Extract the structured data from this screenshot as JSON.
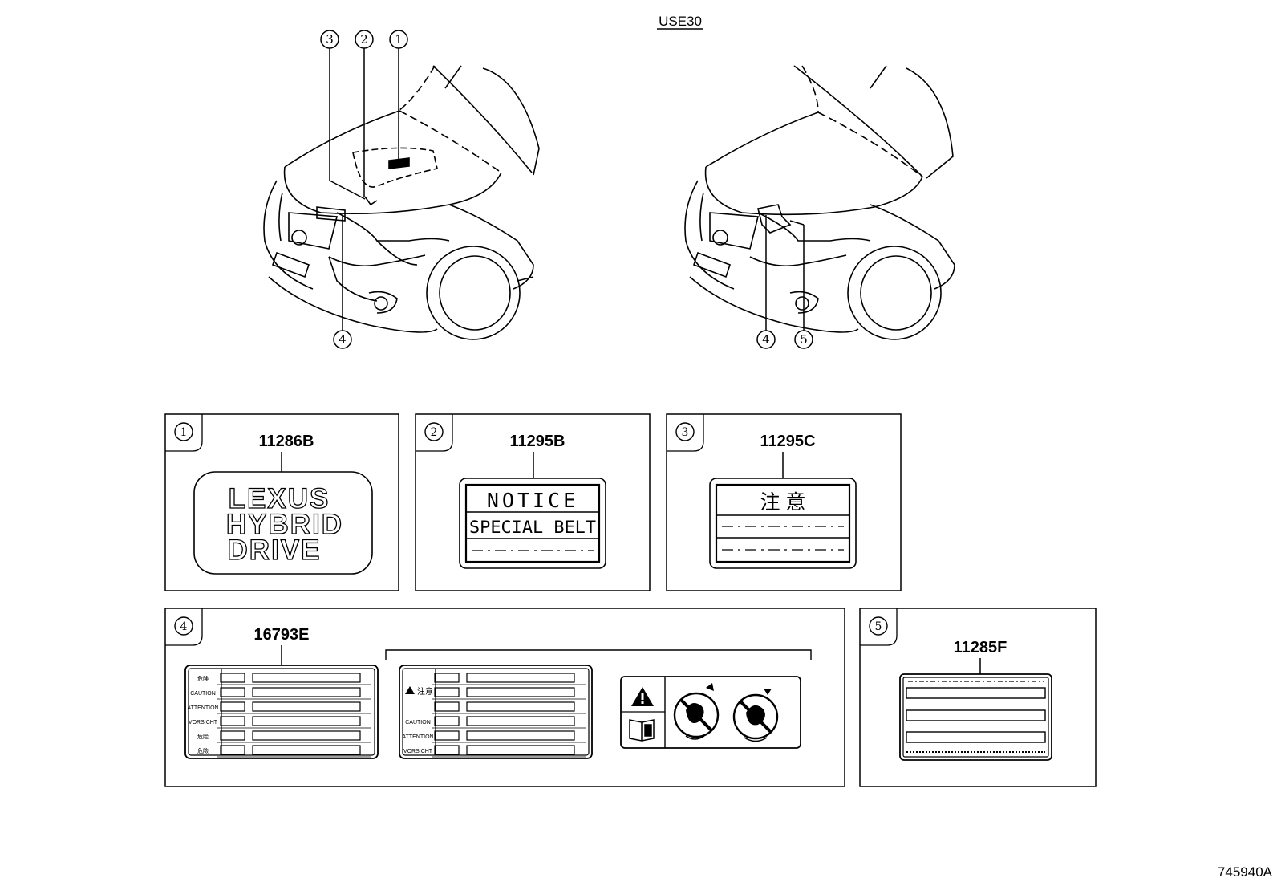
{
  "model_code": "USE30",
  "diagram_id": "745940A",
  "callouts": {
    "left": [
      "①",
      "②",
      "③",
      "④"
    ],
    "right": [
      "④",
      "⑤"
    ]
  },
  "panels": {
    "p1": {
      "num": "①",
      "part": "11286B",
      "logo_lines": [
        "LEXUS",
        "HYBRID",
        "DRIVE"
      ]
    },
    "p2": {
      "num": "②",
      "part": "11295B",
      "line1": "NOTICE",
      "line2": "SPECIAL BELT"
    },
    "p3": {
      "num": "③",
      "part": "11295C",
      "line1": "注 意"
    },
    "p4": {
      "num": "④",
      "part": "16793E",
      "label_a_rows": [
        "危険",
        "CAUTION",
        "ATTENTION",
        "VORSICHT",
        "危险",
        "危險"
      ],
      "label_b_head": "注意",
      "label_b_rows": [
        "CAUTION",
        "ATTENTION",
        "VORSICHT"
      ]
    },
    "p5": {
      "num": "⑤",
      "part": "11285F"
    }
  },
  "icons": [
    "warning-triangle-icon",
    "manual-info-icon",
    "no-hand-fan-icon",
    "no-hand-belt-icon"
  ]
}
